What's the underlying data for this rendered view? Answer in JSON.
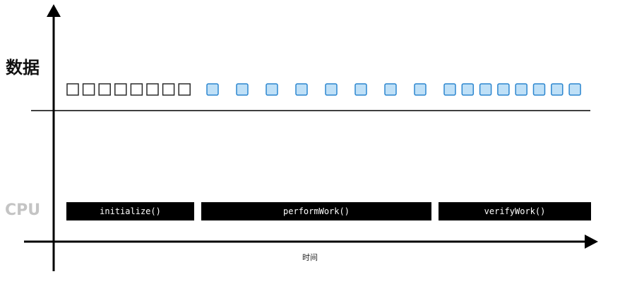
{
  "labels": {
    "data": "数据",
    "cpu": "CPU",
    "time": "时间"
  },
  "tasks": [
    {
      "name": "initialize()"
    },
    {
      "name": "performWork()"
    },
    {
      "name": "verifyWork()"
    }
  ],
  "data_blocks": {
    "empty_count": 8,
    "processing_count": 8,
    "processed_count": 8
  },
  "colors": {
    "empty_fill": "#ffffff",
    "empty_stroke": "#2a2a2a",
    "processing_fill": "#bfe0f7",
    "processed_fill": "#bfe0f7",
    "block_stroke_blue": "#2c86cf",
    "task_fill": "#000000",
    "cpu_label": "#c4c4c4"
  }
}
